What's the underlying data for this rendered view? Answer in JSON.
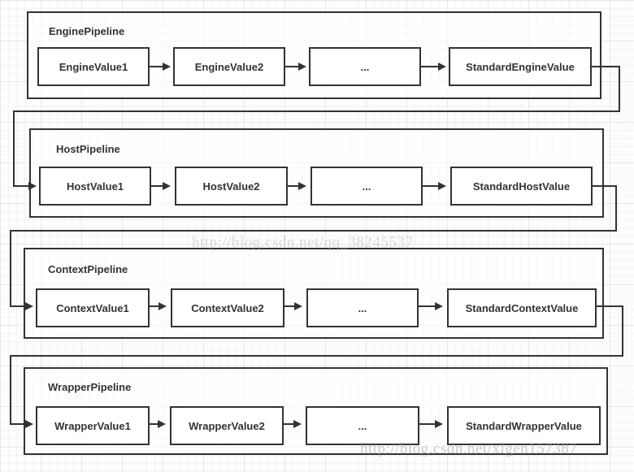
{
  "watermarks": {
    "center": "http://blog.csdn.net/qq_38245537",
    "bottom": "http://blog.csdn.net/xlgen157387"
  },
  "colors": {
    "line": "#333333",
    "text": "#333333",
    "node_fill": "#ffffff",
    "watermark": "#c7ccd1",
    "grid": "#ebebeb",
    "background": "#fdfdfd"
  },
  "pipelines": [
    {
      "title": "EnginePipeline",
      "nodes": [
        "EngineValue1",
        "EngineValue2",
        "...",
        "StandardEngineValue"
      ]
    },
    {
      "title": "HostPipeline",
      "nodes": [
        "HostValue1",
        "HostValue2",
        "...",
        "StandardHostValue"
      ]
    },
    {
      "title": "ContextPipeline",
      "nodes": [
        "ContextValue1",
        "ContextValue2",
        "...",
        "StandardContextValue"
      ]
    },
    {
      "title": "WrapperPipeline",
      "nodes": [
        "WrapperValue1",
        "WrapperValue2",
        "...",
        "StandardWrapperValue"
      ]
    }
  ]
}
